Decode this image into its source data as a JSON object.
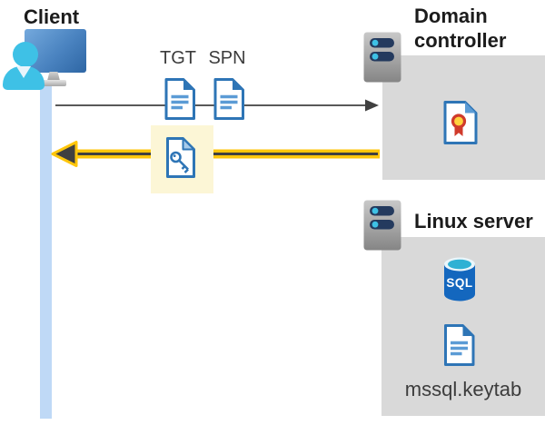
{
  "diagram": {
    "client": {
      "label": "Client"
    },
    "tickets": {
      "tgt": "TGT",
      "spn": "SPN"
    },
    "domain_controller": {
      "label": "Domain controller"
    },
    "linux_server": {
      "label": "Linux server",
      "keytab_file": "mssql.keytab"
    },
    "sql_icon_text": "SQL"
  },
  "colors": {
    "accent-blue": "#2E75B6",
    "doc-line-blue": "#5B9BD5",
    "fold-light-blue": "#A8CBEA",
    "arrow-gray": "#595959",
    "arrow-dark": "#404040",
    "gold": "#FFC60B",
    "pale-yellow": "#FCF6D6",
    "gray-box": "#D9D9D9",
    "timeline-blue": "#BFD9F6",
    "person-cyan": "#3EC1E6",
    "server-navy": "#243A5E",
    "cert-red": "#D03A2B",
    "cert-gold": "#FFD23E",
    "sql-blue": "#1467BE",
    "sql-cyan": "#2FB1D4",
    "title-text": "#1B1B1B",
    "label-text": "#3C3C3C"
  }
}
